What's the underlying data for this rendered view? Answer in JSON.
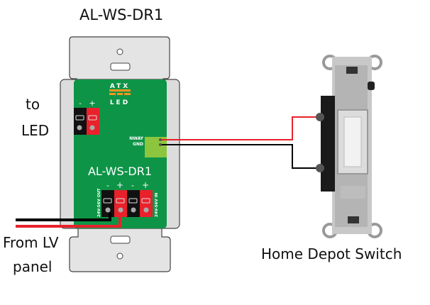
{
  "diagram": {
    "title": "AL-WS-DR1",
    "labels": {
      "to_led_line1": "to",
      "to_led_line2": "LED",
      "from_lv_line1": "From LV",
      "from_lv_line2": "panel",
      "switch": "Home Depot Switch"
    },
    "device": {
      "logo_top": "ATX",
      "logo_bottom": "LED",
      "model": "AL-WS-DR1",
      "led_terminal": {
        "minus": "-",
        "plus": "+"
      },
      "nway_label": "NWAY",
      "gnd_label": "GND",
      "power_terminals": [
        "-",
        "+",
        "-",
        "+"
      ],
      "out_label": "24V-56V OUT",
      "in_label": "24V-56V IN"
    },
    "colors": {
      "pcb_green": "#0e9447",
      "terminal_red": "#e8212b",
      "terminal_black": "#111111",
      "logo_orange": "#f7941d",
      "nway_block": "#8cc63f",
      "plate_gray": "#e4e4e4",
      "wire_red": "#e8212b",
      "wire_black": "#000000"
    }
  }
}
